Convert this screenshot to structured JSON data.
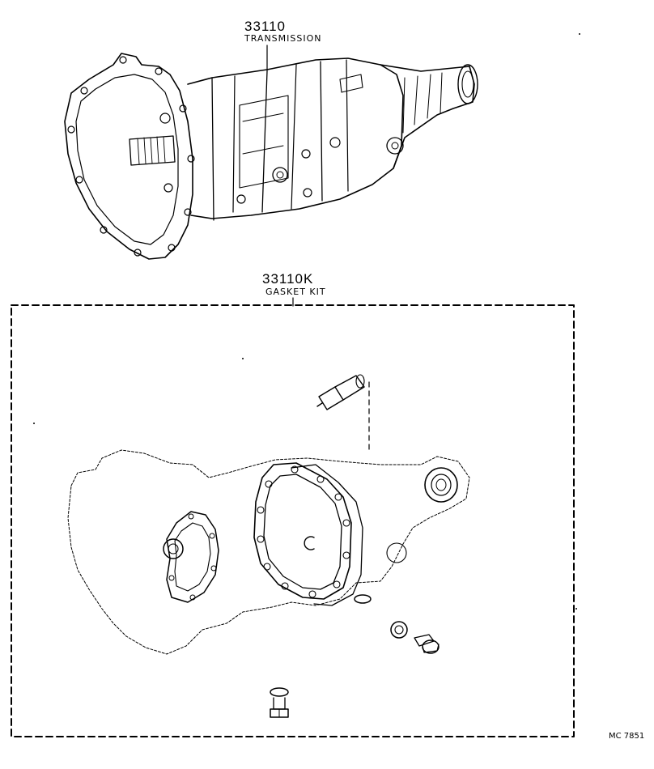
{
  "transmission": {
    "part_number": "33110",
    "name": "TRANSMISSION"
  },
  "gasket_kit": {
    "part_number": "33110K",
    "name": "GASKET KIT"
  },
  "drawing_code": "MC 7851"
}
